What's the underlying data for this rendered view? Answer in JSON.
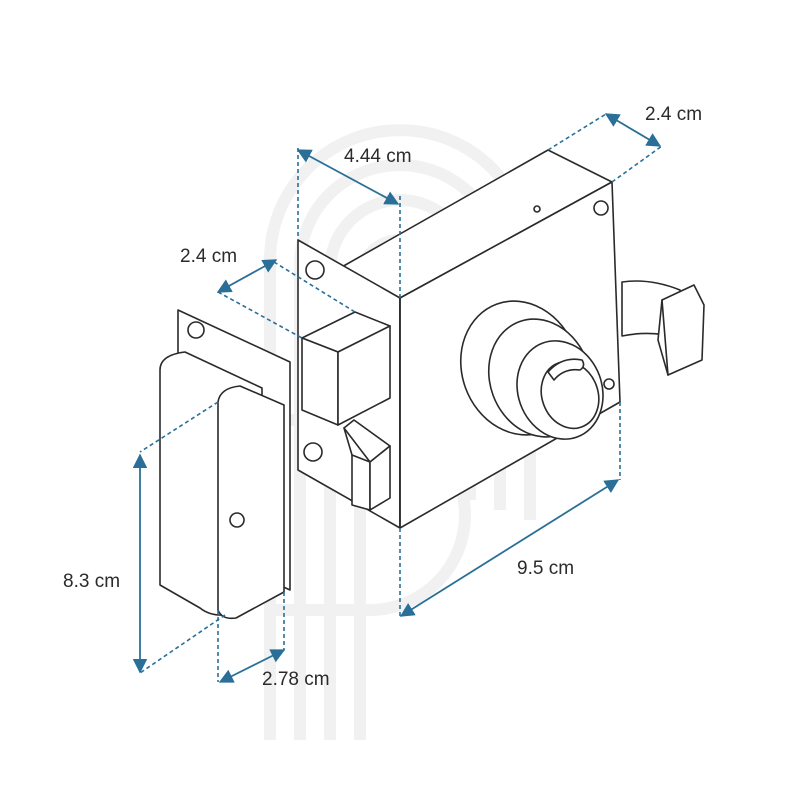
{
  "diagram": {
    "labels": {
      "depth_top": "2.4 cm",
      "bolt_width": "4.44 cm",
      "bolt_depth": "2.4 cm",
      "strike_height": "8.3 cm",
      "strike_width": "2.78 cm",
      "case_width": "9.5 cm"
    },
    "colors": {
      "dimension": "#2a6f98",
      "outline": "#2a2a2a",
      "watermark": "#f1f1f1"
    },
    "icons": [
      "watermark-logo-icon"
    ]
  }
}
